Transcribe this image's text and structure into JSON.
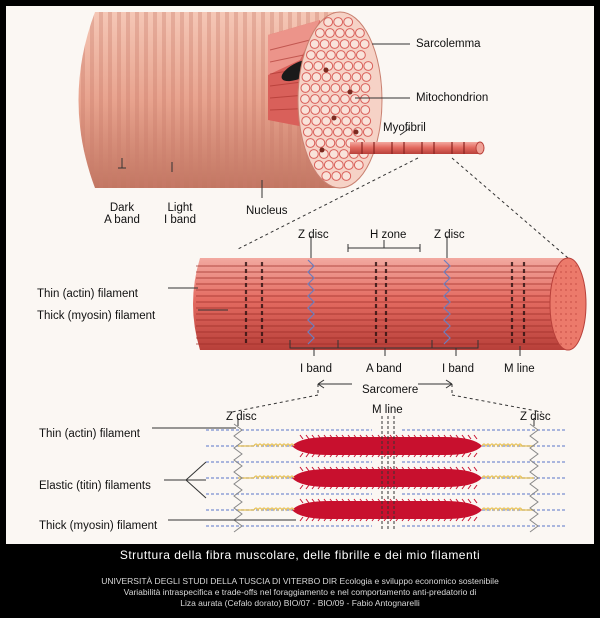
{
  "labels": {
    "sarcolemma": "Sarcolemma",
    "mitochondrion": "Mitochondrion",
    "myofibril": "Myofibril",
    "dark_a_band_1": "Dark",
    "dark_a_band_2": "A band",
    "light_i_band_1": "Light",
    "light_i_band_2": "I band",
    "nucleus": "Nucleus",
    "z_disc_left": "Z disc",
    "h_zone": "H zone",
    "z_disc_right": "Z disc",
    "thin_filament_mid": "Thin (actin) filament",
    "thick_filament_mid": "Thick (myosin) filament",
    "i_band_left": "I band",
    "a_band": "A band",
    "i_band_right": "I band",
    "m_line_mid": "M line",
    "sarcomere": "Sarcomere",
    "z_disc_bottom_left": "Z disc",
    "m_line_bottom": "M line",
    "z_disc_bottom_right": "Z disc",
    "thin_filament_bottom": "Thin (actin) filament",
    "elastic_filaments": "Elastic (titin) filaments",
    "thick_filament_bottom": "Thick (myosin) filament"
  },
  "caption": "Struttura della fibra muscolare, delle fibrille e dei mio filamenti",
  "credits": {
    "line1": "UNIVERSITÀ DEGLI STUDI DELLA TUSCIA DI VITERBO DIR Ecologia e sviluppo economico sostenibile",
    "line2": "Variabilità intraspecifica e trade-offs nel foraggiamento e nel comportamento anti-predatorio di",
    "line3": "Liza aurata (Cefalo dorato) BIO/07 - BIO/09 - Fabio Antognarelli"
  },
  "colors": {
    "fiber": "#e8a38e",
    "fiber_stripe": "#c97c6a",
    "myofibril": "#d9534f",
    "actin": "#8fa0d8",
    "myosin": "#c8102e",
    "titin": "#e8c35a",
    "background": "#000000",
    "panel": "#fbf7f3"
  }
}
